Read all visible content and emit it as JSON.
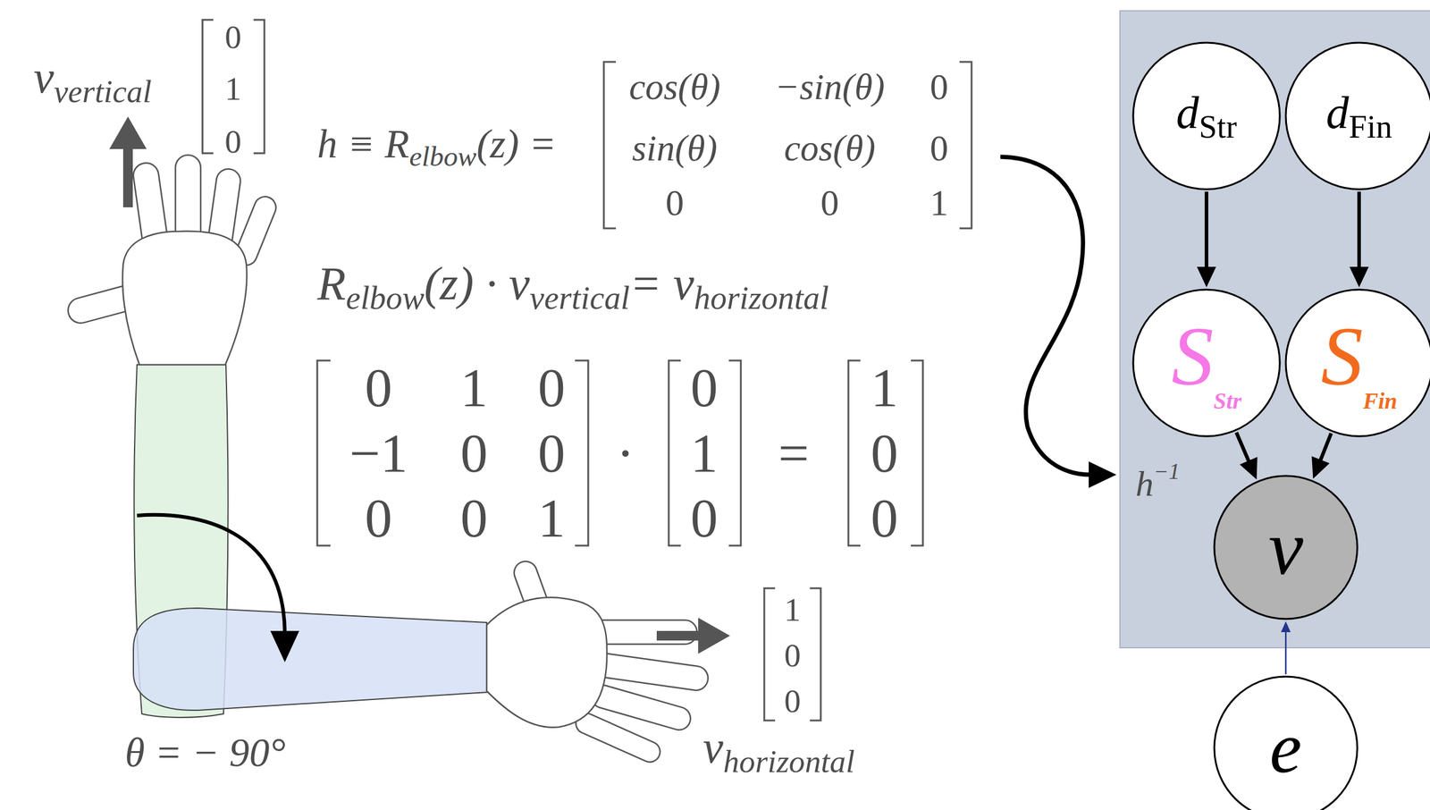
{
  "diagram": {
    "nodes": [
      {
        "text": [
          "d",
          "Str"
        ]
      },
      {
        "text": [
          "d",
          "Fin"
        ]
      },
      {
        "text": [
          "S",
          "Str"
        ]
      },
      {
        "text": [
          "S",
          "Fin"
        ]
      },
      {
        "text": [
          "v"
        ]
      },
      {
        "text": [
          "e"
        ]
      }
    ],
    "edges": [
      {
        "from": 0,
        "to": 2,
        "arrow": "to"
      },
      {
        "from": 1,
        "to": 3,
        "arrow": "to"
      },
      {
        "from": 2,
        "to": 4,
        "arrow": "to"
      },
      {
        "from": 3,
        "to": 4,
        "arrow": "to"
      },
      {
        "from": 5,
        "to": 4,
        "arrow": "to"
      }
    ],
    "labels": [
      "v",
      "vertical",
      "0",
      "1",
      "0",
      "h ≡ R",
      "elbow",
      "(z) =",
      "cos(θ)",
      "−sin(θ)",
      "0",
      "sin(θ)",
      "cos(θ)",
      "0",
      "0",
      "0",
      "1",
      "R",
      "elbow",
      "(z) · v",
      "vertical",
      "= v",
      "horizontal",
      "0",
      "1",
      "0",
      "−1",
      "0",
      "0",
      "0",
      "0",
      "1",
      "·",
      "0",
      "1",
      "0",
      "=",
      "1",
      "0",
      "0",
      "h",
      "−1",
      "1",
      "0",
      "0",
      "θ = − 90°",
      "v",
      "horizontal"
    ]
  }
}
